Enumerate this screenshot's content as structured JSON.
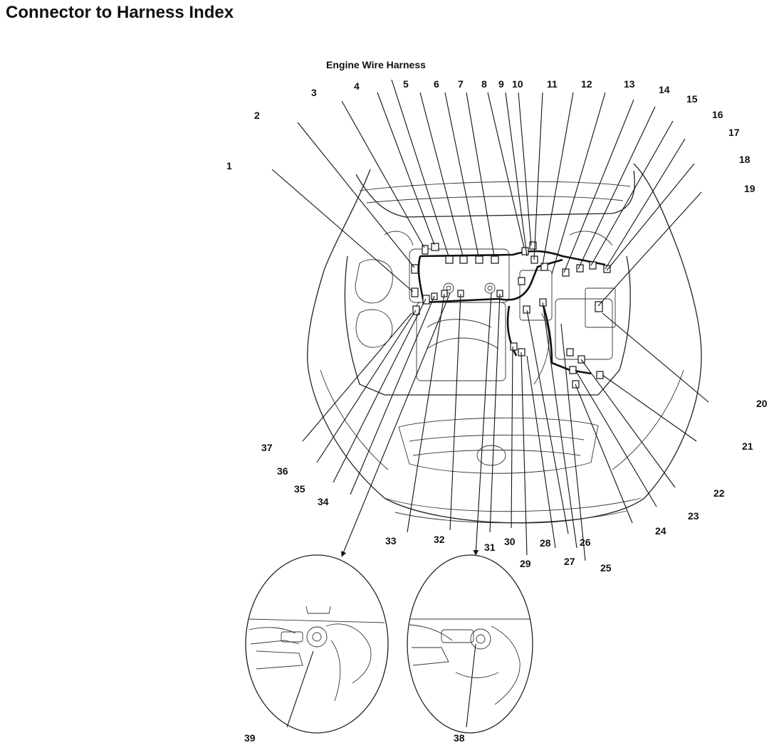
{
  "title": "Connector to Harness Index",
  "harness_label": "Engine Wire Harness",
  "callouts": [
    "1",
    "2",
    "3",
    "4",
    "5",
    "6",
    "7",
    "8",
    "9",
    "10",
    "11",
    "12",
    "13",
    "14",
    "15",
    "16",
    "17",
    "18",
    "19",
    "20",
    "21",
    "22",
    "23",
    "24",
    "25",
    "26",
    "27",
    "28",
    "29",
    "30",
    "31",
    "32",
    "33",
    "34",
    "35",
    "36",
    "37",
    "38",
    "39"
  ]
}
